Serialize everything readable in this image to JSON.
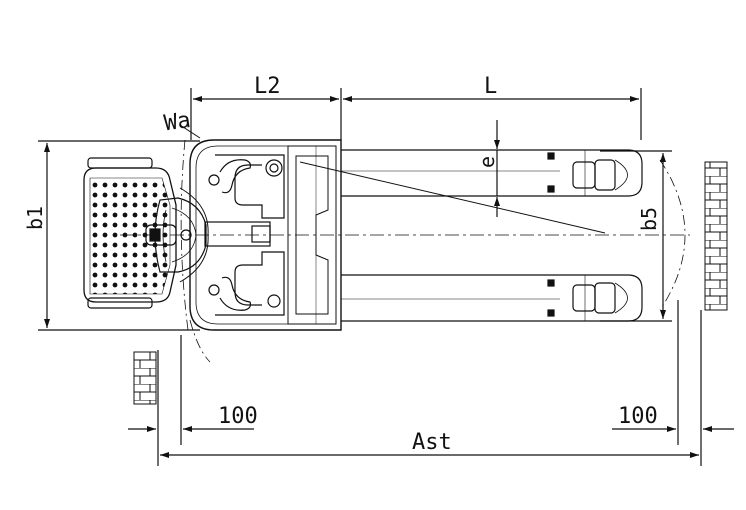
{
  "diagram": {
    "type": "pallet-truck-plan-view-dimension-drawing",
    "labels": {
      "l2": "L2",
      "l": "L",
      "wa": "Wa",
      "e": "e",
      "b1": "b1",
      "b5": "b5",
      "clearance_left": "100",
      "clearance_right": "100",
      "ast": "Ast"
    },
    "colors": {
      "line": "#111111",
      "background": "#ffffff"
    }
  }
}
